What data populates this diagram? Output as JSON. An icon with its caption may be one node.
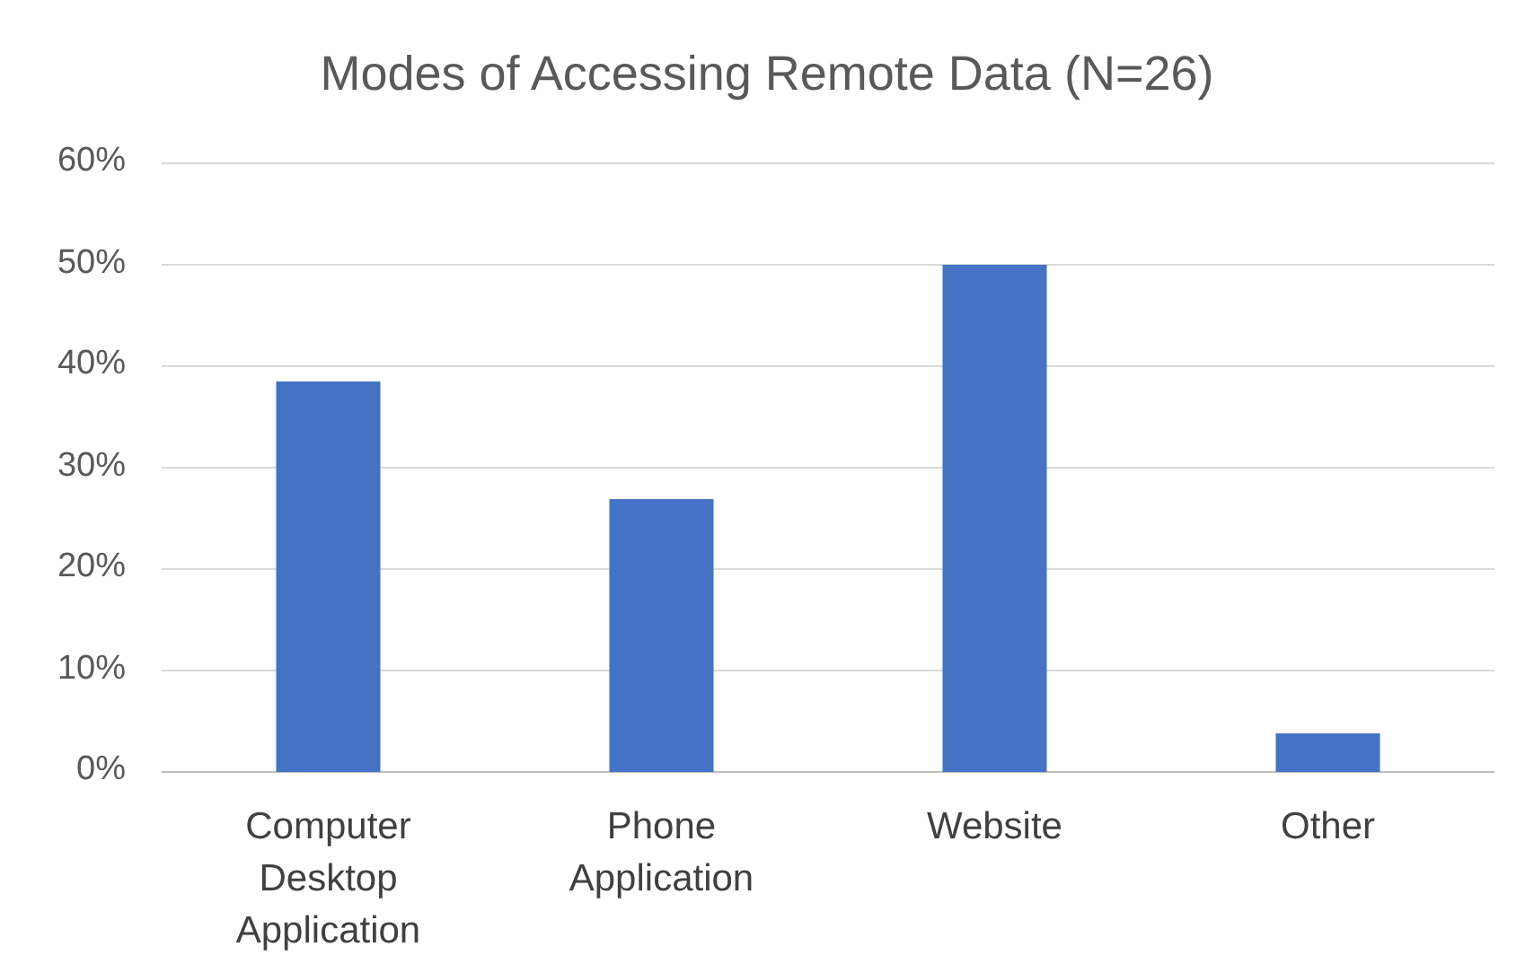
{
  "diagram": {
    "chart_data": {
      "type": "bar",
      "title": "Modes of Accessing Remote Data (N=26)",
      "categories": [
        "Computer Desktop Application",
        "Phone Application",
        "Website",
        "Other"
      ],
      "series": [
        {
          "color": "#4472c4",
          "values": [
            38.5,
            26.9,
            50.0,
            3.8
          ]
        }
      ],
      "ylim": [
        0,
        60
      ],
      "grid": true,
      "yticks": [
        {
          "value": 0,
          "label": "0%"
        },
        {
          "value": 10,
          "label": "10%"
        },
        {
          "value": 20,
          "label": "20%"
        },
        {
          "value": 30,
          "label": "30%"
        },
        {
          "value": 40,
          "label": "40%"
        },
        {
          "value": 50,
          "label": "50%"
        },
        {
          "value": 60,
          "label": "60%"
        }
      ]
    }
  }
}
